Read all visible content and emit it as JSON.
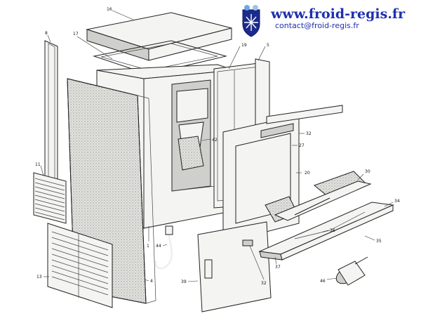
{
  "header": {
    "website": "www.froid-regis.fr",
    "email": "contact@froid-regis.fr",
    "logo_icon": "snowflake-shield-icon"
  },
  "callouts": [
    {
      "id": "c16",
      "label": "16"
    },
    {
      "id": "c8",
      "label": "8"
    },
    {
      "id": "c17",
      "label": "17"
    },
    {
      "id": "c19",
      "label": "19"
    },
    {
      "id": "c5",
      "label": "5"
    },
    {
      "id": "c42",
      "label": "42"
    },
    {
      "id": "c32a",
      "label": "32"
    },
    {
      "id": "c27",
      "label": "27"
    },
    {
      "id": "c11",
      "label": "11"
    },
    {
      "id": "c20",
      "label": "20"
    },
    {
      "id": "c30",
      "label": "30"
    },
    {
      "id": "c34",
      "label": "34"
    },
    {
      "id": "c1",
      "label": "1"
    },
    {
      "id": "c36",
      "label": "36"
    },
    {
      "id": "c44",
      "label": "44"
    },
    {
      "id": "c35",
      "label": "35"
    },
    {
      "id": "c37",
      "label": "37"
    },
    {
      "id": "c13",
      "label": "13"
    },
    {
      "id": "c4",
      "label": "4"
    },
    {
      "id": "c39",
      "label": "39"
    },
    {
      "id": "c32b",
      "label": "32"
    },
    {
      "id": "c46",
      "label": "46"
    }
  ]
}
